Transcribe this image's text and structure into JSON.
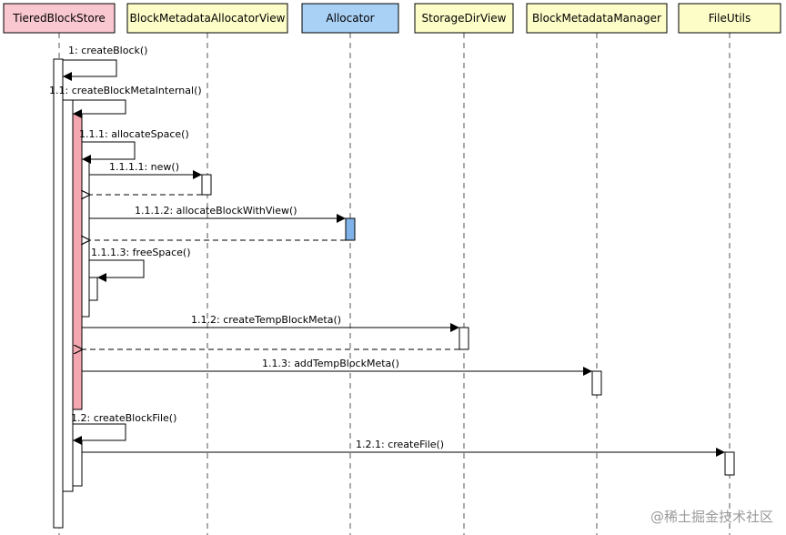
{
  "participants": [
    {
      "name": "TieredBlockStore",
      "color": "#f9c7cf"
    },
    {
      "name": "BlockMetadataAllocatorView",
      "color": "#fdfdc8"
    },
    {
      "name": "Allocator",
      "color": "#a9d0f5"
    },
    {
      "name": "StorageDirView",
      "color": "#fdfdc8"
    },
    {
      "name": "BlockMetadataManager",
      "color": "#fdfdc8"
    },
    {
      "name": "FileUtils",
      "color": "#fdfdc8"
    }
  ],
  "messages": {
    "m1": "1: createBlock()",
    "m1_1": "1.1: createBlockMetaInternal()",
    "m1_1_1": "1.1.1: allocateSpace()",
    "m1_1_1_1": "1.1.1.1: new()",
    "m1_1_1_2": "1.1.1.2: allocateBlockWithView()",
    "m1_1_1_3": "1.1.1.3: freeSpace()",
    "m1_1_2": "1.1.2: createTempBlockMeta()",
    "m1_1_3": "1.1.3: addTempBlockMeta()",
    "m1_2": "1.2: createBlockFile()",
    "m1_2_1": "1.2.1: createFile()"
  },
  "watermark": "@稀土掘金技术社区",
  "colors": {
    "activation_pink": "#f4a7b0",
    "activation_blue": "#7fb2e8",
    "activation_white": "#ffffff",
    "line": "#000000"
  }
}
